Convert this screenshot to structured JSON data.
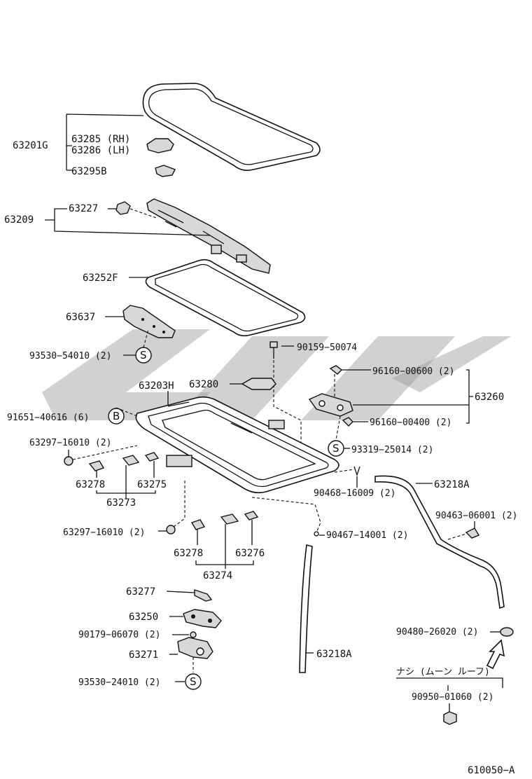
{
  "labels": {
    "p63201G": "63201G",
    "p63285": "63285 (RH)",
    "p63286": "63286 (LH)",
    "p63295B": "63295B",
    "p63209": "63209",
    "p63227": "63227",
    "p63252F": "63252F",
    "p63637": "63637",
    "p93530_54010": "93530−54010 (2)",
    "p90159": "90159−50074",
    "p63203H": "63203H",
    "p63280": "63280",
    "p96160_600": "96160−00600 (2)",
    "p63260": "63260",
    "p91651": "91651−40616 (6)",
    "p96160_400": "96160−00400 (2)",
    "p63297_a": "63297−16010 (2)",
    "p93319": "93319−25014 (2)",
    "p63278_a": "63278",
    "p63275": "63275",
    "p63273": "63273",
    "p90468": "90468−16009 (2)",
    "p63218A_a": "63218A",
    "p90463": "90463−06001 (2)",
    "p63297_b": "63297−16010 (2)",
    "p90467": "90467−14001 (2)",
    "p63278_b": "63278",
    "p63276": "63276",
    "p63274": "63274",
    "p63277": "63277",
    "p63250": "63250",
    "p90179": "90179−06070 (2)",
    "p90480": "90480−26020 (2)",
    "p63271": "63271",
    "p63218A_b": "63218A",
    "note_moon": "ナシ (ムーン ルーフ)",
    "p93530_24010": "93530−24010 (2)",
    "p90950": "90950−01060 (2)",
    "fig_id": "610050−A"
  },
  "symbols": {
    "s1": "S",
    "s2": "S",
    "s3": "S",
    "b1": "B"
  }
}
